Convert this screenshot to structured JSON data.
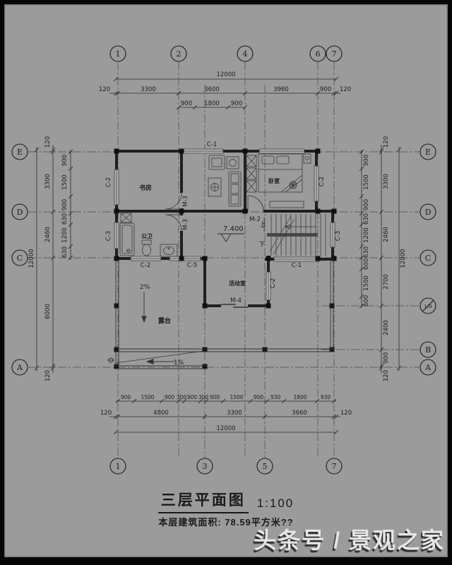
{
  "title_block": {
    "title": "三层平面图",
    "scale": "1:100",
    "area_note": "本层建筑面积: 78.59平方米??"
  },
  "watermark": {
    "text": "头条号 / 景观之家"
  },
  "axes": {
    "top": [
      "1",
      "2",
      "4",
      "6",
      "7"
    ],
    "bottom": [
      "1",
      "3",
      "5",
      "7"
    ],
    "left": [
      "E",
      "D",
      "C",
      "A"
    ],
    "right": [
      "E",
      "D",
      "C",
      "1/B",
      "B",
      "A"
    ]
  },
  "dims": {
    "top": {
      "overall": "12000",
      "row2": [
        "120",
        "3300",
        "3600",
        "3960",
        "900",
        "120"
      ],
      "row3": [
        "900",
        "1800",
        "900"
      ]
    },
    "bottom": {
      "row1": [
        "900",
        "1500",
        "900",
        "300",
        "900",
        "300",
        "900",
        "1500",
        "900",
        "930",
        "1800",
        "930"
      ],
      "row2": [
        "120",
        "4800",
        "3300",
        "3660",
        "120"
      ],
      "overall": "12000"
    },
    "left": {
      "inner": [
        "900",
        "1500",
        "900",
        "630",
        "1200",
        "630"
      ],
      "mid": [
        "120",
        "3300",
        "2460",
        "6000",
        "120"
      ],
      "overall": "12000"
    },
    "right": {
      "inner": [
        "900",
        "1500",
        "900",
        "630",
        "1200",
        "630",
        "600",
        "1500",
        "600"
      ],
      "mid": [
        "120",
        "3300",
        "2460",
        "2700",
        "2400",
        "900",
        "120"
      ],
      "overall": "12000"
    }
  },
  "rooms": {
    "study": "书房",
    "bathroom": "公卫",
    "bedroom": "卧室",
    "activity": "活动室",
    "terrace": "露台"
  },
  "openings": {
    "c1": "C-1",
    "c2": "C-2",
    "c3": "C-3",
    "c5": "C-5",
    "m2": "M-2",
    "m3": "M-3",
    "m4": "M-4"
  },
  "annotations": {
    "level": "7.400",
    "up": "上",
    "down": "下",
    "slope_terrace": "2%",
    "slope_drain": "1%"
  }
}
